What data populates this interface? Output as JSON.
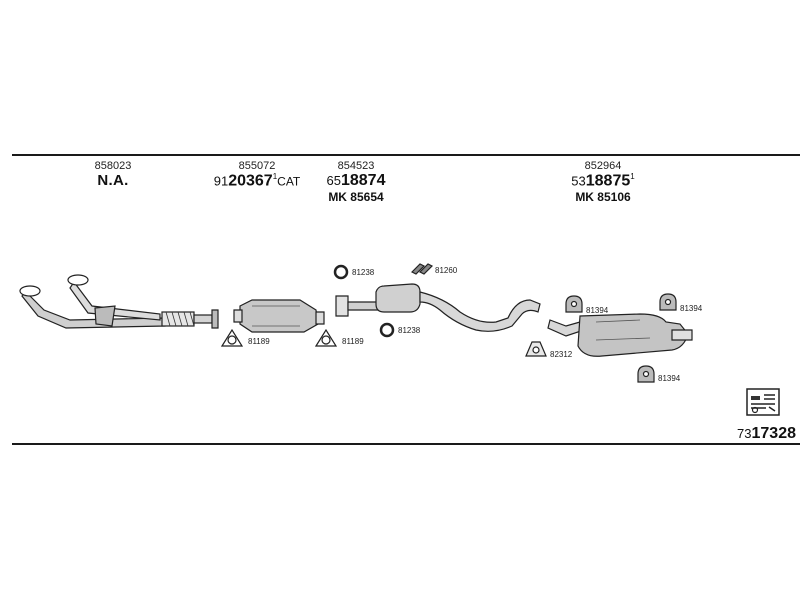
{
  "groups": [
    {
      "id": "front-pipe",
      "code": "858023",
      "name": "N.A."
    },
    {
      "id": "catalyst",
      "code": "855072",
      "ref_prefix": "91",
      "ref_main": "20367",
      "ref_sup": "1",
      "ref_suffix": "CAT"
    },
    {
      "id": "middle",
      "code": "854523",
      "ref_prefix": "65",
      "ref_main": "18874",
      "mk": "MK 85654"
    },
    {
      "id": "rear",
      "code": "852964",
      "ref_prefix": "53",
      "ref_main": "18875",
      "ref_sup": "1",
      "mk": "MK 85106"
    }
  ],
  "parts": {
    "p81189a": "81189",
    "p81189b": "81189",
    "p81238a": "81238",
    "p81238b": "81238",
    "p81260": "81260",
    "p82312": "82312",
    "p81394a": "81394",
    "p81394b": "81394",
    "p81394c": "81394"
  },
  "footer": {
    "prefix": "73",
    "main": "17328"
  },
  "icons": [
    "ring-gasket-icon",
    "flange-gasket-icon",
    "clamp-icon",
    "rubber-hanger-icon",
    "bracket-icon",
    "kit-box-icon"
  ]
}
